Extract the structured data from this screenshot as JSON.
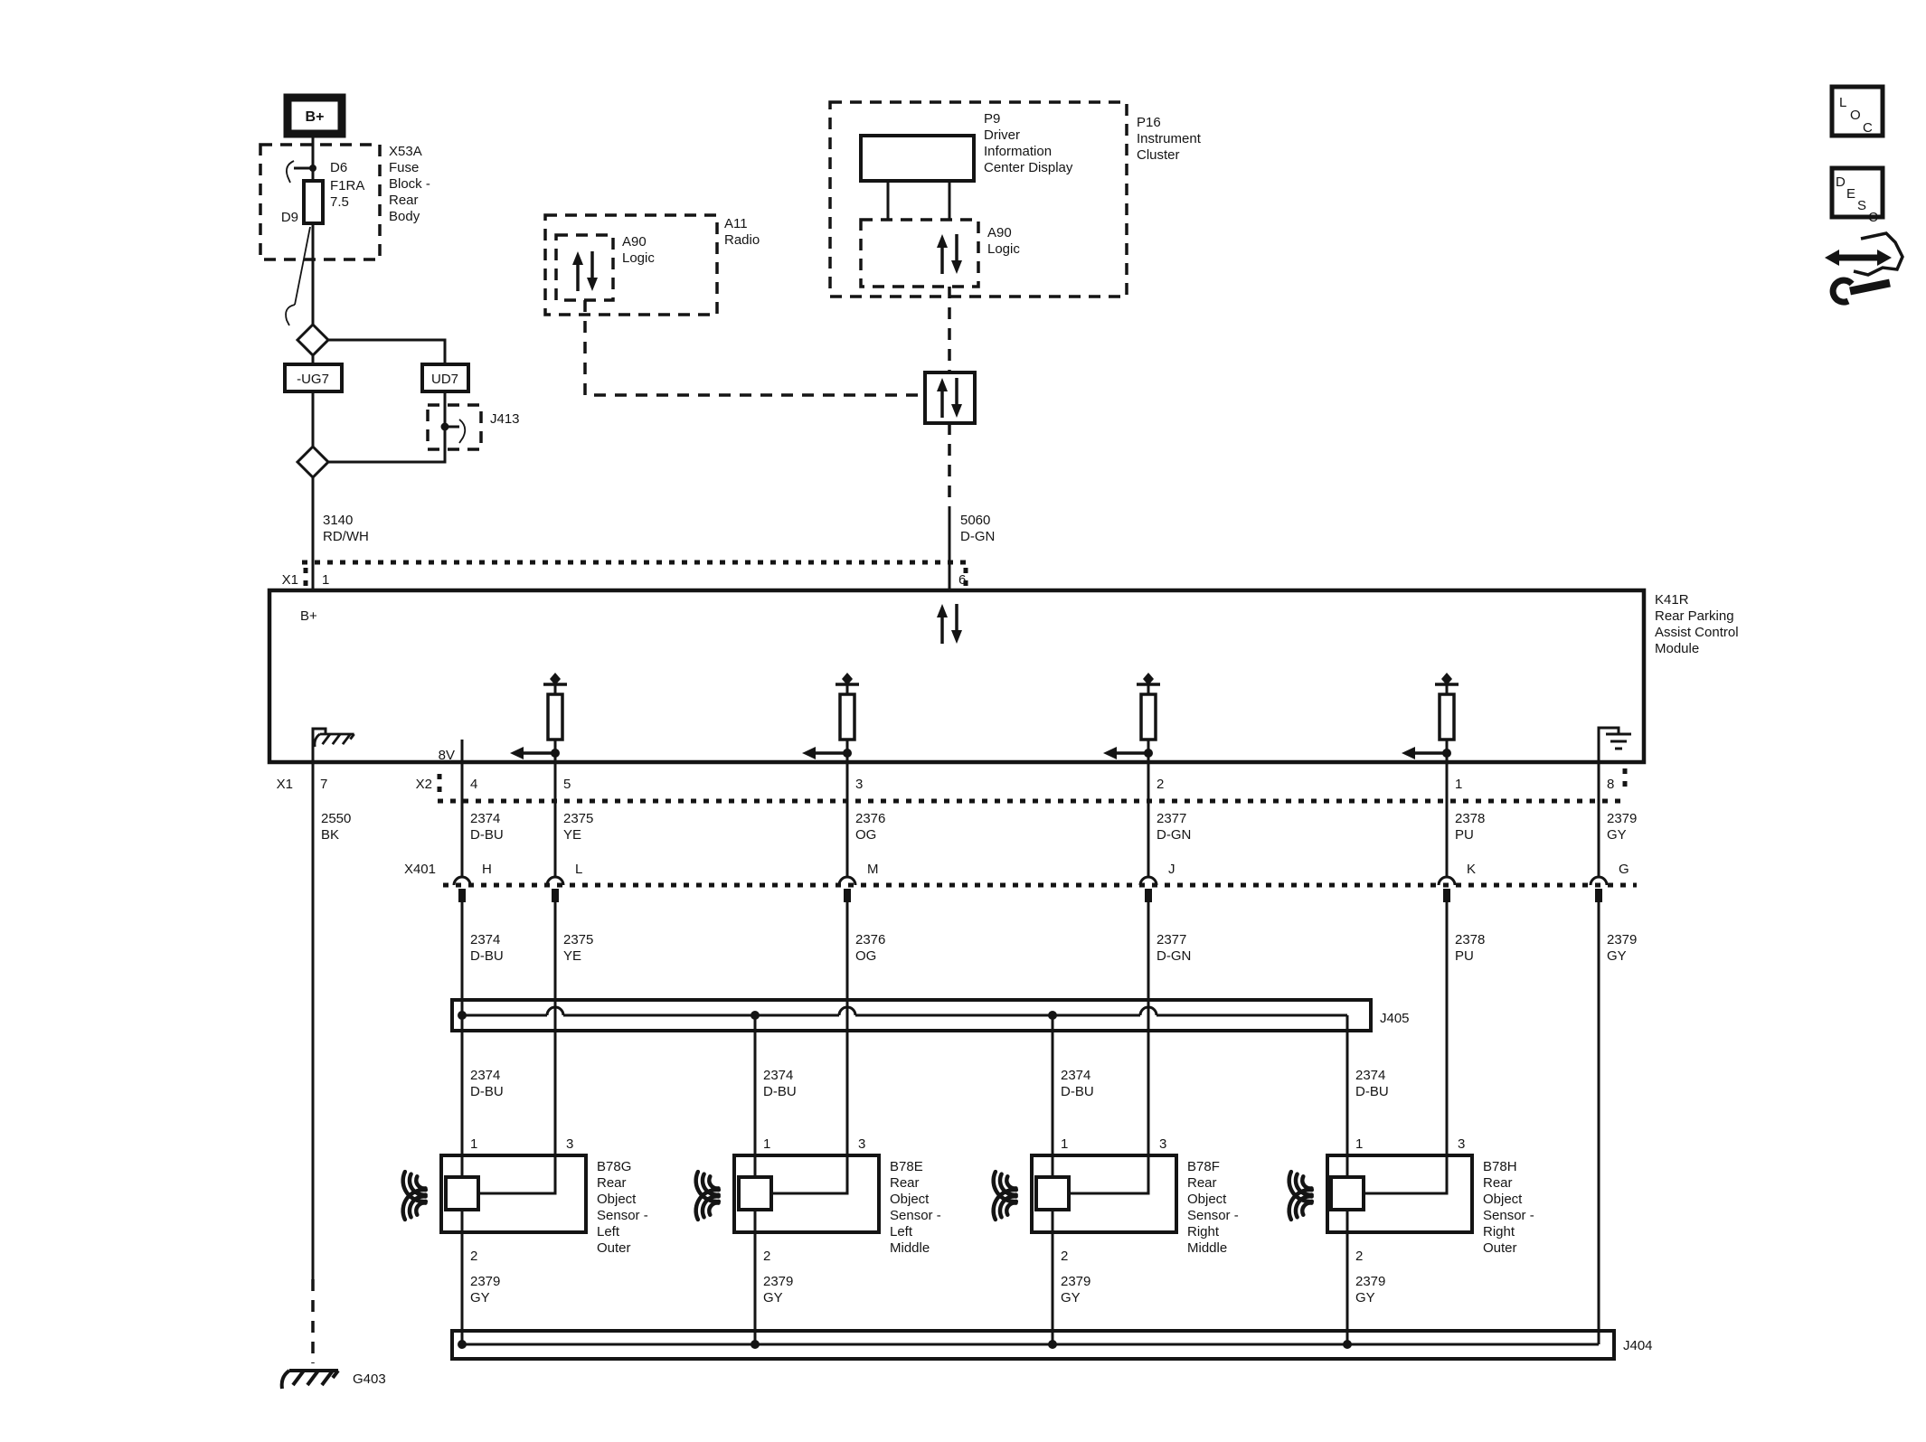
{
  "battery_label": "B+",
  "fuse_block": {
    "name_lines": [
      "X53A",
      "Fuse",
      "Block -",
      "Rear",
      "Body"
    ],
    "position": "D6",
    "fuse": "F1RA",
    "rating": "7.5",
    "pin": "D9"
  },
  "options": {
    "left": "-UG7",
    "right": "UD7"
  },
  "splice": "J413",
  "feed_wire": {
    "circuit": "3140",
    "color": "RD/WH"
  },
  "radio": {
    "name_lines": [
      "A11",
      "Radio"
    ],
    "logic": {
      "name": "A90",
      "type": "Logic"
    }
  },
  "cluster": {
    "name_lines": [
      "P16",
      "Instrument",
      "Cluster"
    ],
    "display_lines": [
      "P9",
      "Driver",
      "Information",
      "Center Display"
    ],
    "logic": {
      "name": "A90",
      "type": "Logic"
    }
  },
  "serial_wire": {
    "circuit": "5060",
    "color": "D-GN"
  },
  "module": {
    "name_lines": [
      "K41R",
      "Rear Parking",
      "Assist Control",
      "Module"
    ],
    "b_plus": "B+",
    "supply": "8V",
    "x1_top": {
      "name": "X1",
      "pin1": "1",
      "pin6": "6"
    },
    "x1_bottom": {
      "name": "X1",
      "pin7": "7"
    },
    "x2": {
      "name": "X2",
      "pins": [
        "4",
        "5",
        "3",
        "2",
        "1",
        "8"
      ]
    }
  },
  "ground_wire": {
    "circuit": "2550",
    "color": "BK"
  },
  "ground": "G403",
  "x401": {
    "name": "X401",
    "pins": [
      "H",
      "L",
      "M",
      "J",
      "K",
      "G"
    ]
  },
  "circuits": [
    {
      "circuit": "2374",
      "color": "D-BU"
    },
    {
      "circuit": "2375",
      "color": "YE"
    },
    {
      "circuit": "2376",
      "color": "OG"
    },
    {
      "circuit": "2377",
      "color": "D-GN"
    },
    {
      "circuit": "2378",
      "color": "PU"
    },
    {
      "circuit": "2379",
      "color": "GY"
    }
  ],
  "j405": "J405",
  "j404": "J404",
  "sensors": [
    {
      "name_lines": [
        "B78G",
        "Rear",
        "Object",
        "Sensor -",
        "Left",
        "Outer"
      ],
      "pin1": "1",
      "pin3": "3",
      "pin2": "2",
      "wire": {
        "circuit": "2379",
        "color": "GY"
      }
    },
    {
      "name_lines": [
        "B78E",
        "Rear",
        "Object",
        "Sensor -",
        "Left",
        "Middle"
      ],
      "pin1": "1",
      "pin3": "3",
      "pin2": "2",
      "wire": {
        "circuit": "2379",
        "color": "GY"
      }
    },
    {
      "name_lines": [
        "B78F",
        "Rear",
        "Object",
        "Sensor -",
        "Right",
        "Middle"
      ],
      "pin1": "1",
      "pin3": "3",
      "pin2": "2",
      "wire": {
        "circuit": "2379",
        "color": "GY"
      }
    },
    {
      "name_lines": [
        "B78H",
        "Rear",
        "Object",
        "Sensor -",
        "Right",
        "Outer"
      ],
      "pin1": "1",
      "pin3": "3",
      "pin2": "2",
      "wire": {
        "circuit": "2379",
        "color": "GY"
      }
    }
  ],
  "corner_icons": {
    "box1": [
      "L",
      "O",
      "C"
    ],
    "box2": [
      "D",
      "E",
      "S",
      "C"
    ]
  }
}
